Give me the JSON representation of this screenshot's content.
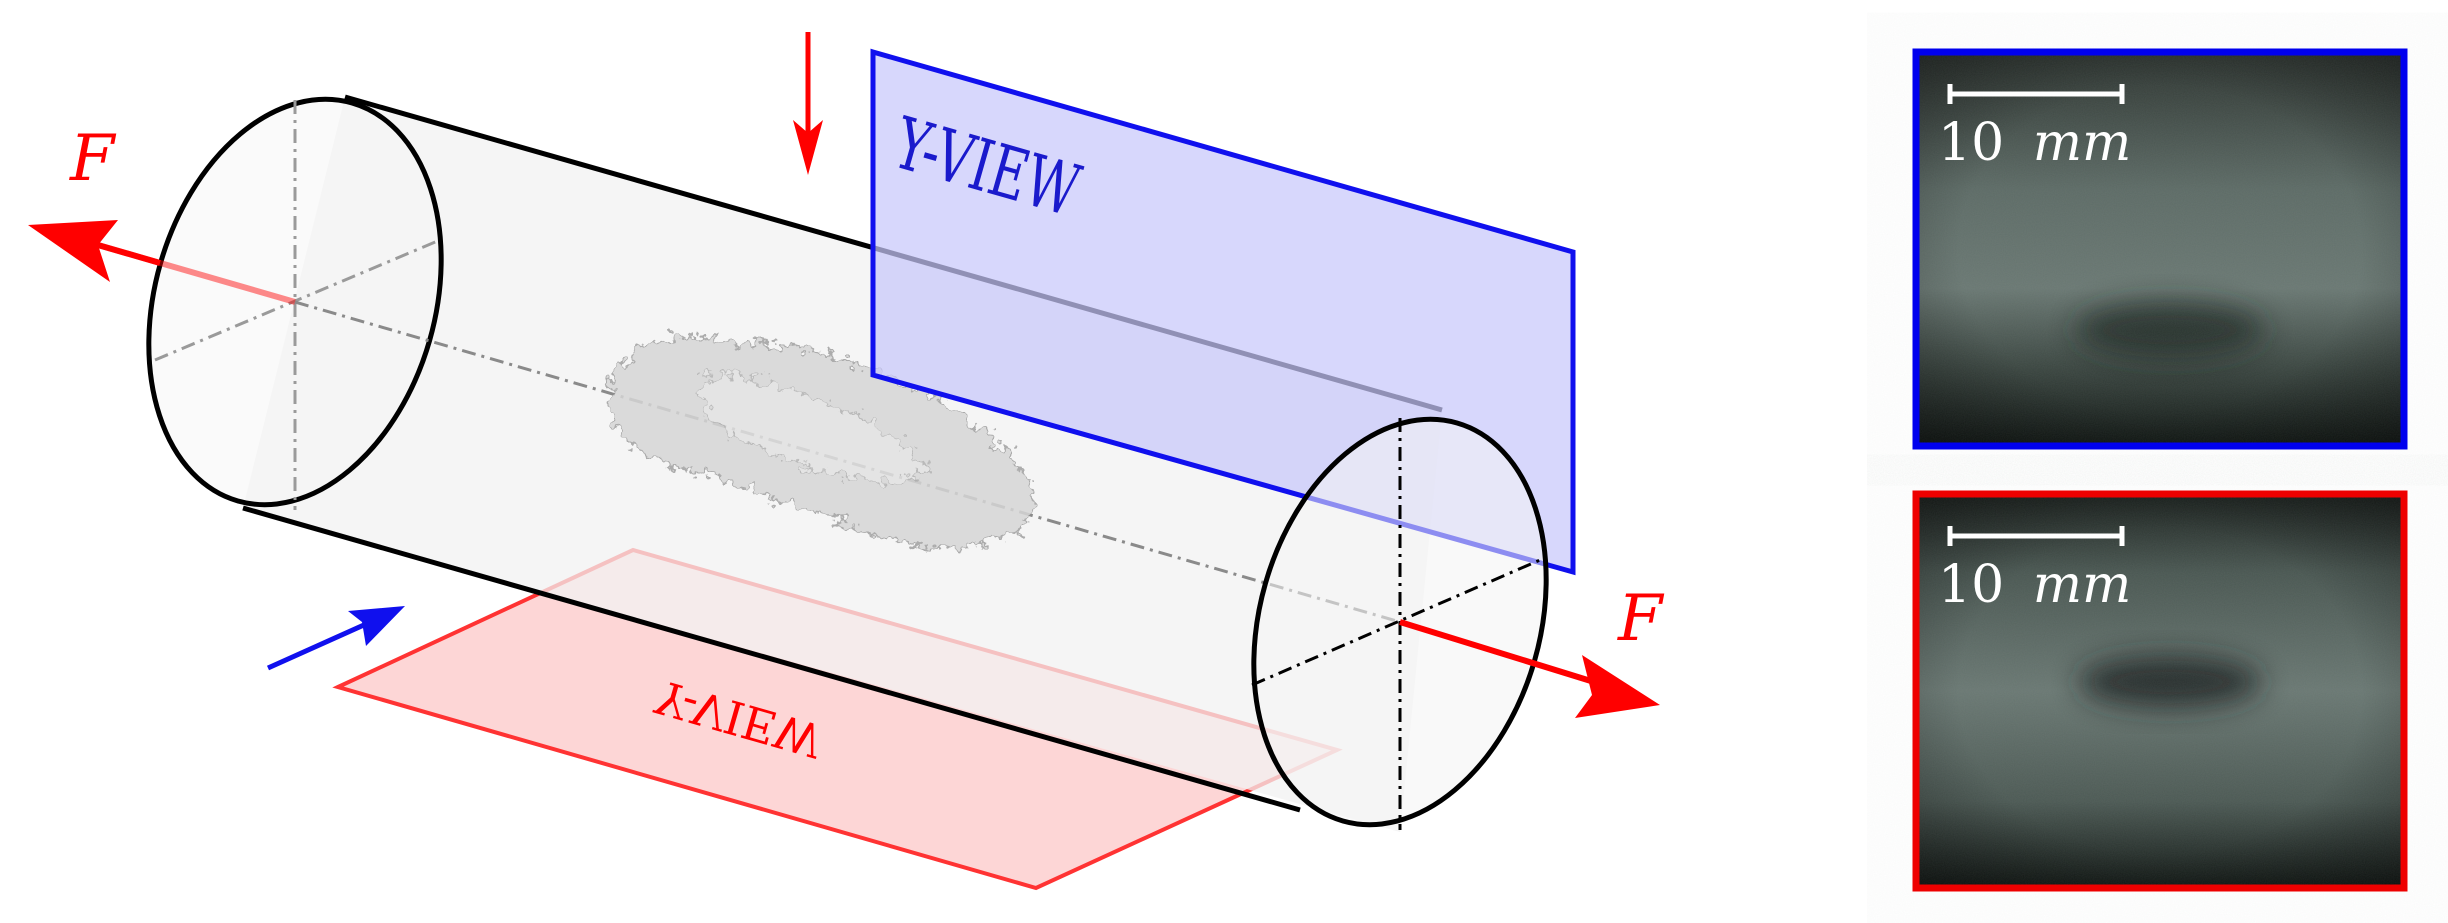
{
  "diagram": {
    "force_label_left": "F",
    "force_label_right": "F",
    "upper_plane_label": "Y-VIEW",
    "lower_plane_label": "Y-VIEW"
  },
  "photos": {
    "top": {
      "scale_number": "10",
      "scale_unit": "mm",
      "frame_color": "#0000ee"
    },
    "bottom": {
      "scale_number": "10",
      "scale_unit": "mm",
      "frame_color": "#ee0000"
    }
  },
  "colors": {
    "force": "#ff0000",
    "blue_plane": "#0000ee",
    "red_plane": "#ee0000",
    "cylinder_outline": "#000000",
    "axis_line": "#888888"
  }
}
